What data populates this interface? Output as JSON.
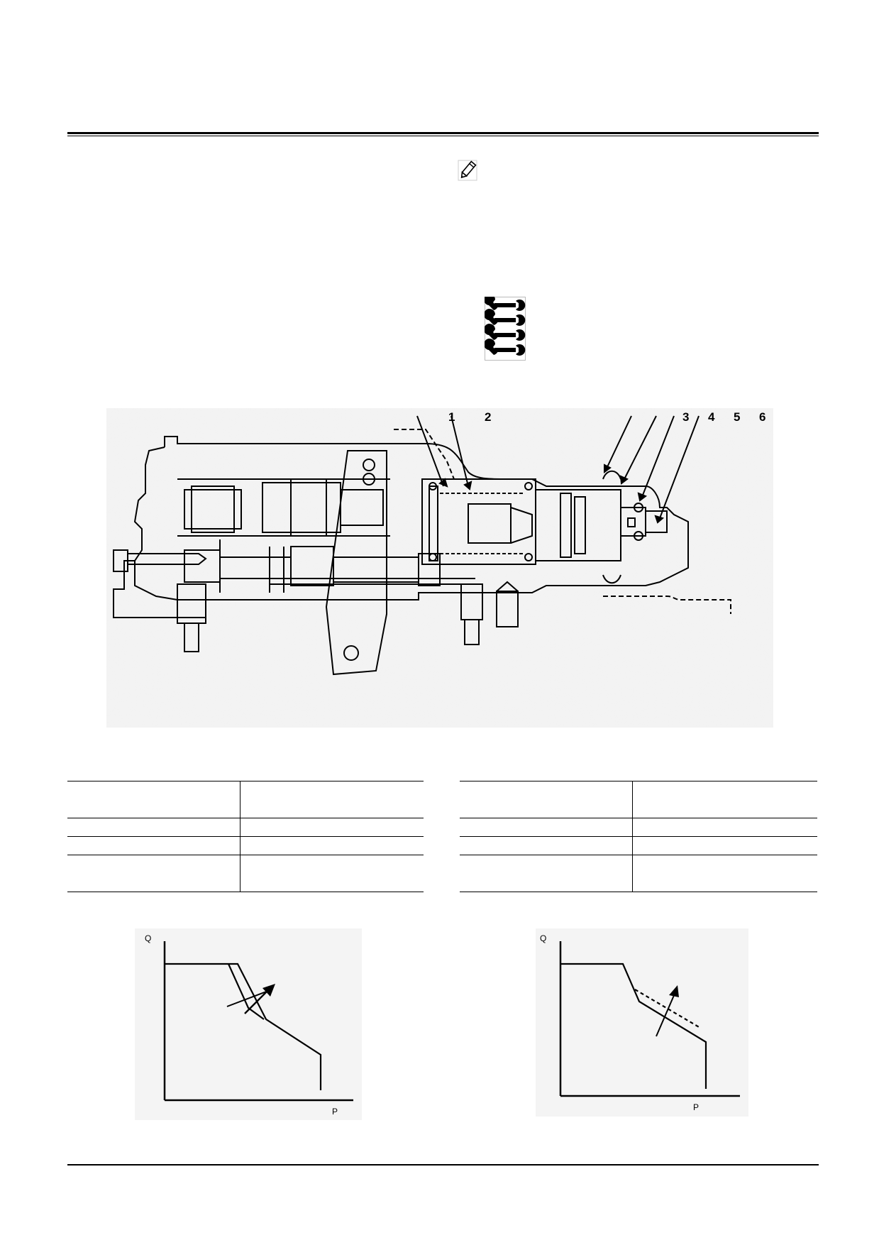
{
  "diagram": {
    "callouts": [
      "1",
      "2",
      "3",
      "4",
      "5",
      "6"
    ]
  },
  "graphs": [
    {
      "y_axis": "Q",
      "x_axis": "P"
    },
    {
      "y_axis": "Q",
      "x_axis": "P"
    }
  ],
  "icons": {
    "note": "pencil-icon",
    "tools": "wrench-icon"
  }
}
